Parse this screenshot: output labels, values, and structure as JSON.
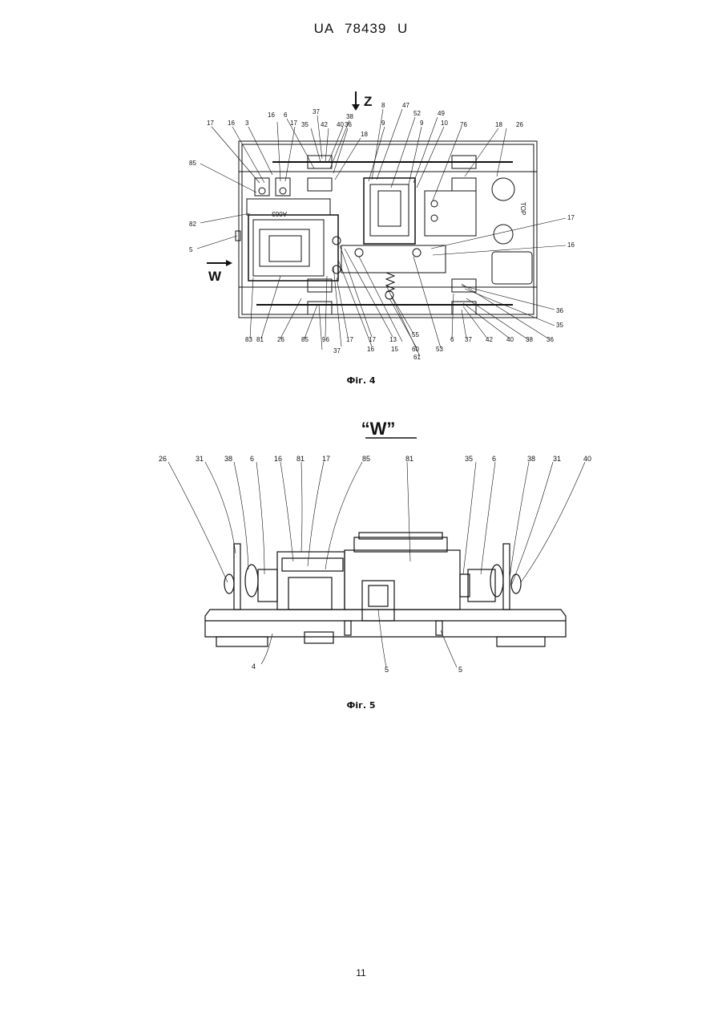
{
  "header": {
    "patent_number": "UA   78439   U"
  },
  "figure4": {
    "caption": "Фіг. 4",
    "view_letters": {
      "z": "Z",
      "w": "W"
    },
    "text_marks": {
      "top": "TOP",
      "code": "A063"
    },
    "labels": [
      "17",
      "16",
      "3",
      "16",
      "17",
      "6",
      "37",
      "35",
      "42",
      "40",
      "38",
      "36",
      "18",
      "8",
      "47",
      "9",
      "52",
      "9",
      "49",
      "10",
      "76",
      "18",
      "26",
      "85",
      "82",
      "5",
      "17",
      "16",
      "36",
      "35",
      "36",
      "38",
      "40",
      "42",
      "37",
      "6",
      "53",
      "61",
      "60",
      "55",
      "15",
      "13",
      "17",
      "16",
      "37",
      "96",
      "17",
      "85",
      "26",
      "81",
      "83"
    ]
  },
  "figure5": {
    "caption": "Фіг. 5",
    "view_title": "“W”",
    "labels": [
      "26",
      "31",
      "38",
      "6",
      "16",
      "81",
      "17",
      "85",
      "81",
      "35",
      "6",
      "38",
      "31",
      "40",
      "4",
      "5",
      "5"
    ]
  },
  "footer": {
    "page_number": "11"
  }
}
